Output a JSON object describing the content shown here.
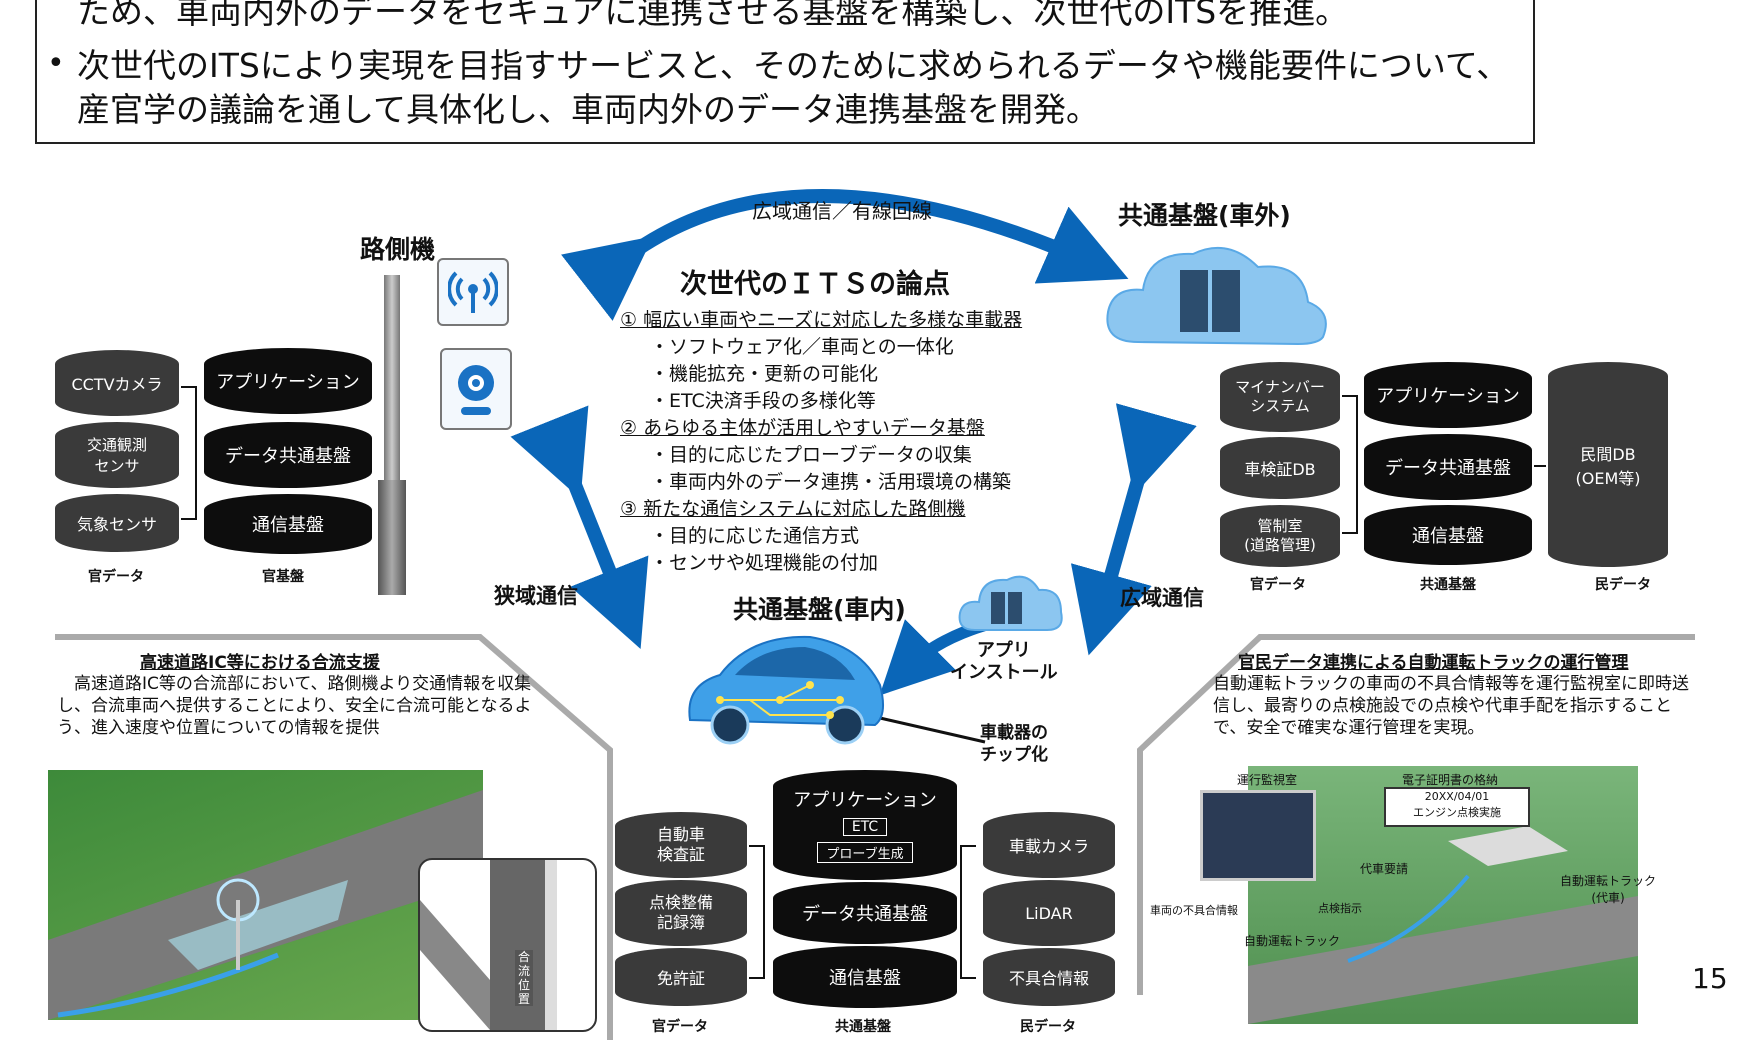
{
  "top": {
    "line1": "ため、車両内外のデータをセキュアに連携させる基盤を構築し、次世代のITSを推進。",
    "bullet": "•",
    "line2": "次世代のITSにより実現を目指すサービスと、そのために求められるデータや機能要件について、",
    "line3": "産官学の議論を通して具体化し、車両内外のデータ連携基盤を開発。"
  },
  "arrows": {
    "wide_wired": "広域通信／有線回線",
    "narrow": "狭域通信",
    "wide": "広域通信"
  },
  "roadside": {
    "title": "路側機",
    "data_stack": [
      "CCTVカメラ",
      "交通観測\nセンサ",
      "気象センサ"
    ],
    "base_stack": [
      "アプリケーション",
      "データ共通基盤",
      "通信基盤"
    ],
    "label_data": "官データ",
    "label_base": "官基盤"
  },
  "external": {
    "title": "共通基盤(車外)",
    "left_stack": [
      "マイナンバー\nシステム",
      "車検証DB",
      "管制室\n(道路管理)"
    ],
    "mid_stack": [
      "アプリケーション",
      "データ共通基盤",
      "通信基盤"
    ],
    "right_cyl": "民間DB\n(OEM等)",
    "label_left": "官データ",
    "label_mid": "共通基盤",
    "label_right": "民データ"
  },
  "points": {
    "title": "次世代のＩＴＳの論点",
    "items": [
      {
        "header": "① 幅広い車両やニーズに対応した多様な車載器",
        "subs": [
          "・ソフトウェア化／車両との一体化",
          "・機能拡充・更新の可能化",
          "・ETC決済手段の多様化等"
        ]
      },
      {
        "header": "② あらゆる主体が活用しやすいデータ基盤",
        "subs": [
          "・目的に応じたプローブデータの収集",
          "・車両内外のデータ連携・活用環境の構築"
        ]
      },
      {
        "header": "③ 新たな通信システムに対応した路側機",
        "subs": [
          "・目的に応じた通信方式",
          "・センサや処理機能の付加"
        ]
      }
    ]
  },
  "vehicle": {
    "title": "共通基盤(車内)",
    "app_install": "アプリ\nインストール",
    "chip": "車載器の\nチップ化",
    "left_stack": [
      "自動車\n検査証",
      "点検整備\n記録簿",
      "免許証"
    ],
    "center_stack": [
      "アプリケーション",
      "データ共通基盤",
      "通信基盤"
    ],
    "center_tags": [
      "ETC",
      "プローブ生成"
    ],
    "right_stack": [
      "車載カメラ",
      "LiDAR",
      "不具合情報"
    ],
    "label_left": "官データ",
    "label_center": "共通基盤",
    "label_right": "民データ"
  },
  "left_panel": {
    "title": "高速道路IC等における合流支援",
    "body": "　高速道路IC等の合流部において、路側機より交通情報を収集し、合流車両へ提供することにより、安全に合流可能となるよう、進入速度や位置についての情報を提供",
    "inset_sign": "合流位置"
  },
  "right_panel": {
    "title": "官民データ連携による自動運転トラックの運行管理",
    "body": "自動運転トラックの車両の不具合情報等を運行監視室に即時送信し、最寄りの点検施設での点検や代車手配を指示することで、安全で確実な運行管理を実現。",
    "monitor_room": "運行監視室",
    "cert_store": "電子証明書の格納",
    "cert_date": "20XX/04/01",
    "cert_note": "エンジン点検実施",
    "replacement_request": "代車要請",
    "defect_info": "車両の不具合情報",
    "inspection_order": "点検指示",
    "auto_truck": "自動運転トラック",
    "auto_truck_sub": "自動運転トラック\n(代車)"
  },
  "page_number": "15",
  "colors": {
    "arrow_blue": "#0a66b8",
    "cylinder_dark": "#0d0d0d",
    "cylinder_gray": "#3a3a3a",
    "cloud": "#5aa9e6"
  }
}
